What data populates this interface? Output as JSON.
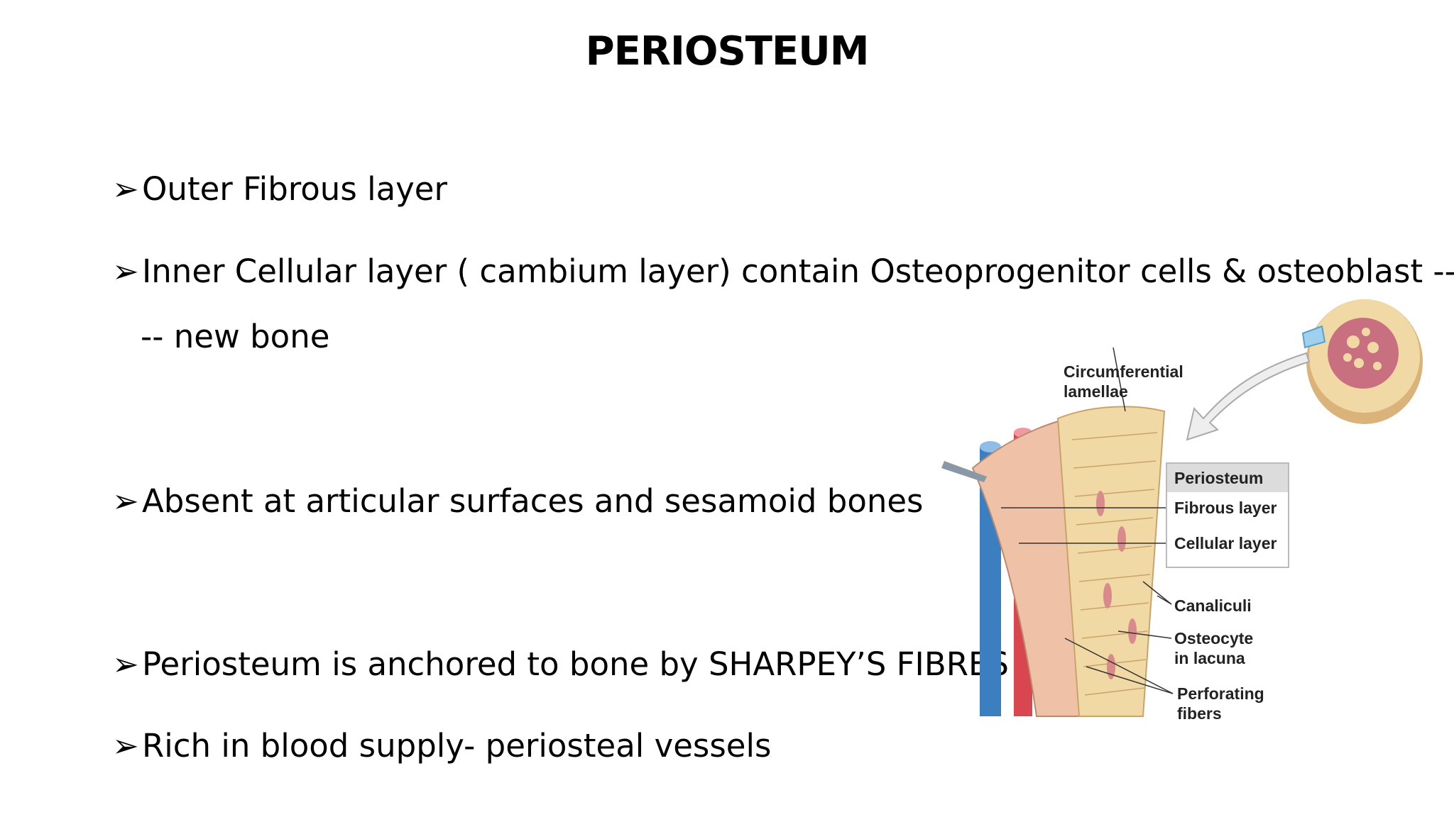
{
  "slide": {
    "title": "PERIOSTEUM",
    "bullet_marker": "➢",
    "bullets": [
      "Outer Fibrous layer",
      "Inner Cellular layer ( cambium layer) contain Osteoprogenitor cells & osteoblast --",
      "Absent at articular surfaces and sesamoid bones",
      "Periosteum is anchored to bone by SHARPEY’S FIBRES",
      "Rich in blood supply- periosteal  vessels"
    ],
    "bullet2_continuation": "-- new bone"
  },
  "figure": {
    "labels": {
      "circumferential": "Circumferential",
      "lamellae": "lamellae",
      "periosteum_head": "Periosteum",
      "fibrous_layer": "Fibrous layer",
      "cellular_layer": "Cellular layer",
      "canaliculi": "Canaliculi",
      "osteocyte": "Osteocyte",
      "in_lacuna": "in lacuna",
      "perforating": "Perforating",
      "fibers": "fibers"
    },
    "colors": {
      "vein": "#3b7fc0",
      "artery": "#d8474f",
      "bone": "#f0d9a4",
      "periosteum": "#efc2a8",
      "marrow": "#a54e63"
    }
  }
}
